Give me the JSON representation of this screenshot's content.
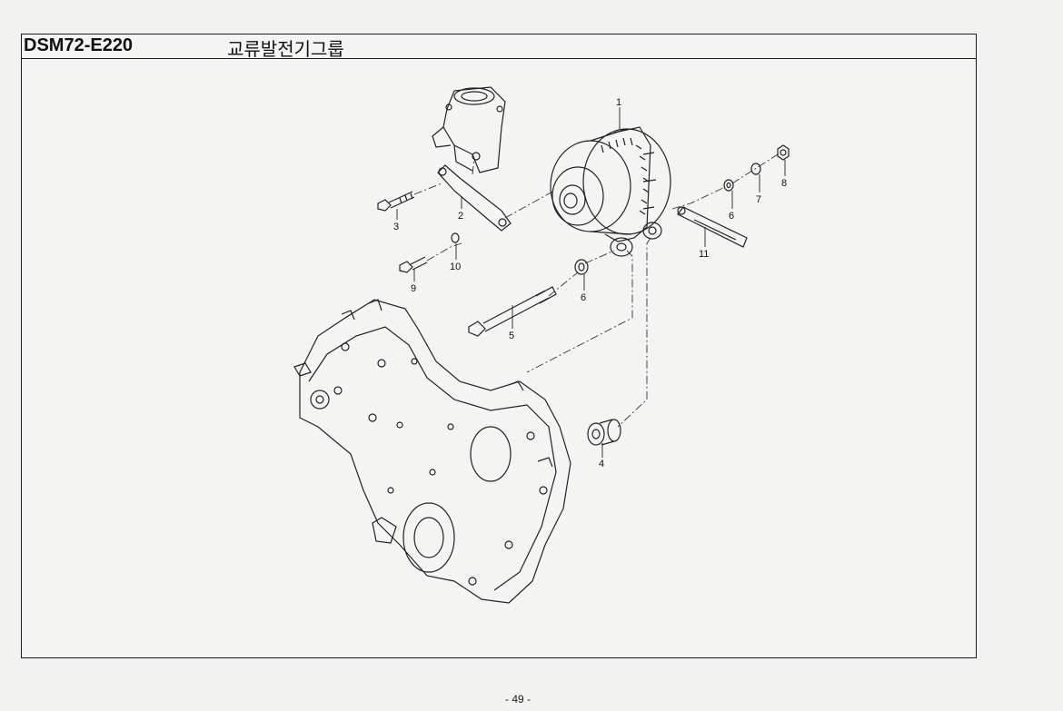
{
  "header": {
    "code": "DSM72-E220",
    "title": "교류발전기그룹"
  },
  "callouts": [
    {
      "id": "1",
      "label": "1"
    },
    {
      "id": "2",
      "label": "2"
    },
    {
      "id": "3",
      "label": "3"
    },
    {
      "id": "4",
      "label": "4"
    },
    {
      "id": "5",
      "label": "5"
    },
    {
      "id": "6a",
      "label": "6"
    },
    {
      "id": "6b",
      "label": "6"
    },
    {
      "id": "7",
      "label": "7"
    },
    {
      "id": "8",
      "label": "8"
    },
    {
      "id": "9",
      "label": "9"
    },
    {
      "id": "10",
      "label": "10"
    },
    {
      "id": "11",
      "label": "11"
    }
  ],
  "footer": {
    "page": "- 49 -"
  }
}
